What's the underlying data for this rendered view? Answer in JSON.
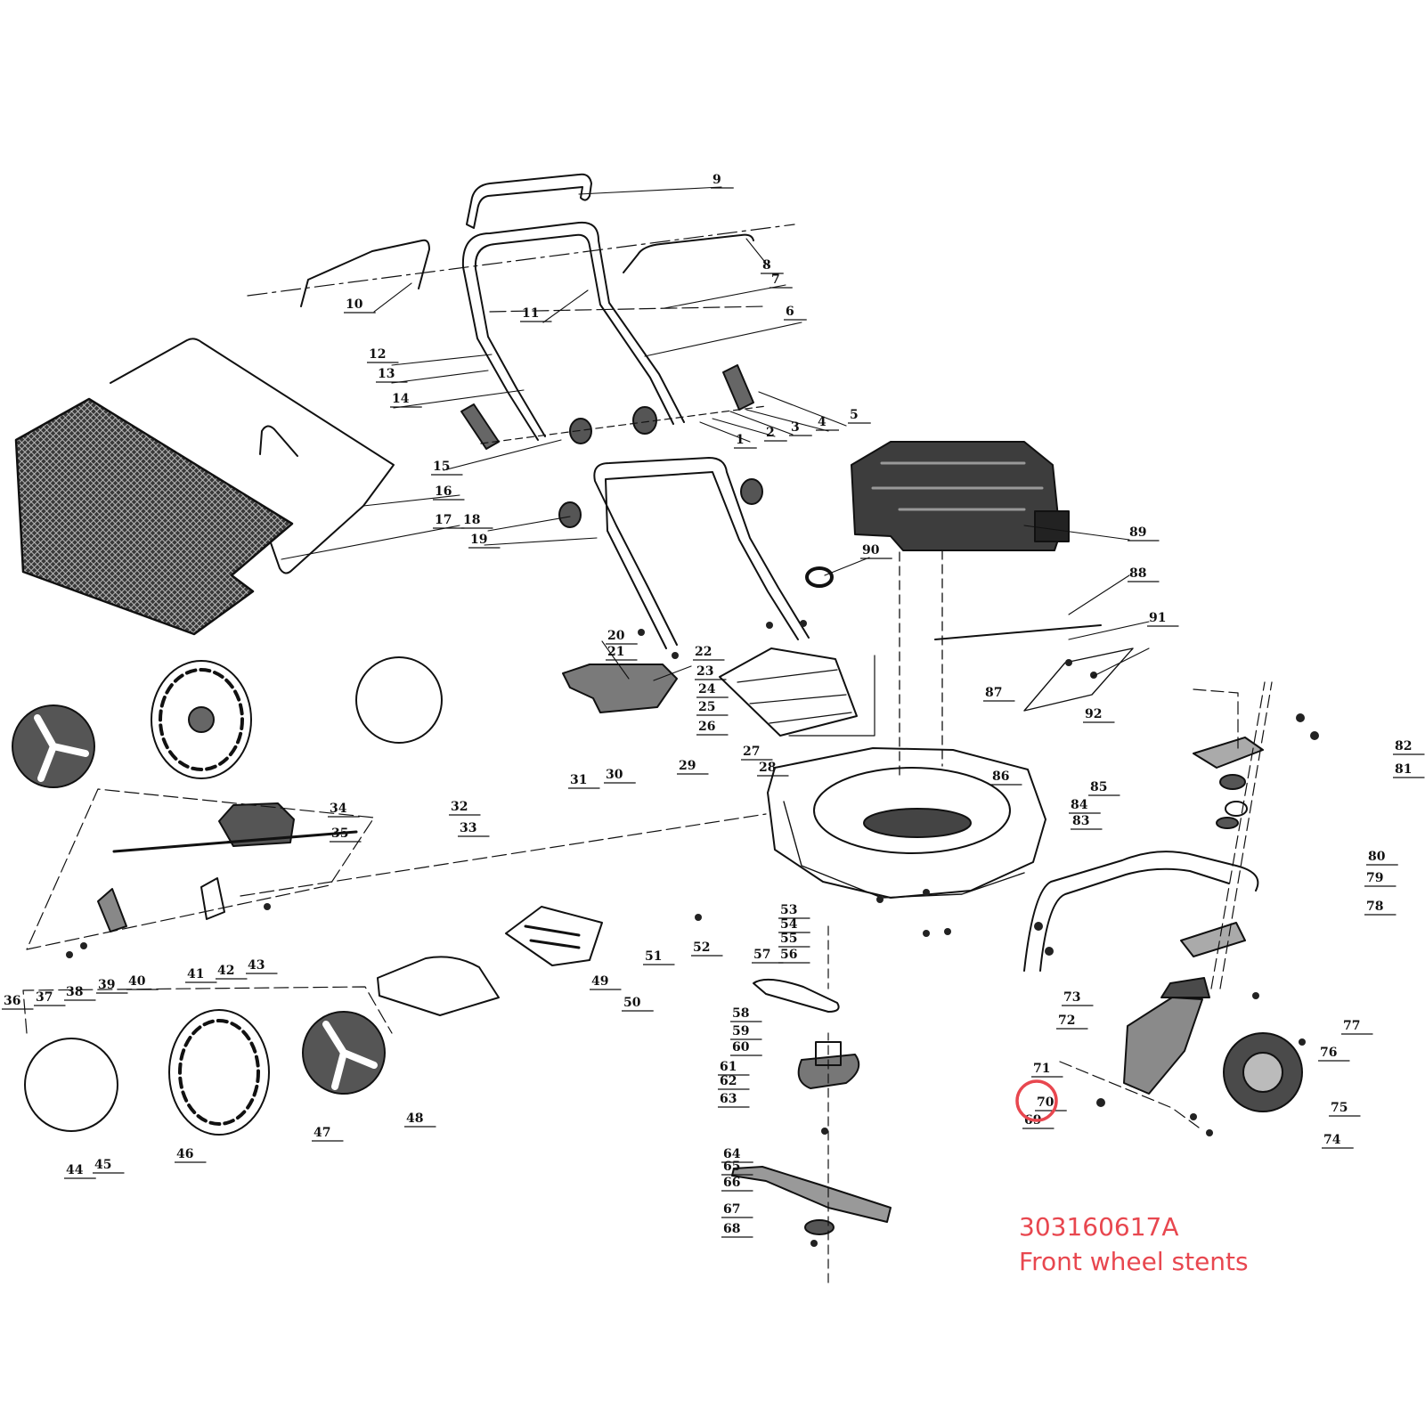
{
  "annotation": {
    "part_number": "303160617A",
    "part_name": "Front wheel stents",
    "highlight_color": "#e8474f",
    "highlighted_label": "70"
  },
  "labels": [
    "1",
    "2",
    "3",
    "4",
    "5",
    "6",
    "7",
    "8",
    "9",
    "10",
    "11",
    "12",
    "13",
    "14",
    "15",
    "16",
    "17",
    "18",
    "19",
    "20",
    "21",
    "22",
    "23",
    "24",
    "25",
    "26",
    "27",
    "28",
    "29",
    "30",
    "31",
    "32",
    "33",
    "34",
    "35",
    "36",
    "37",
    "38",
    "39",
    "40",
    "41",
    "42",
    "43",
    "44",
    "45",
    "46",
    "47",
    "48",
    "49",
    "50",
    "51",
    "52",
    "53",
    "54",
    "55",
    "56",
    "57",
    "58",
    "59",
    "60",
    "61",
    "62",
    "63",
    "64",
    "65",
    "66",
    "67",
    "68",
    "69",
    "70",
    "71",
    "72",
    "73",
    "74",
    "75",
    "76",
    "77",
    "78",
    "79",
    "80",
    "81",
    "82",
    "83",
    "84",
    "85",
    "86",
    "87",
    "88",
    "89",
    "90",
    "91",
    "92"
  ]
}
